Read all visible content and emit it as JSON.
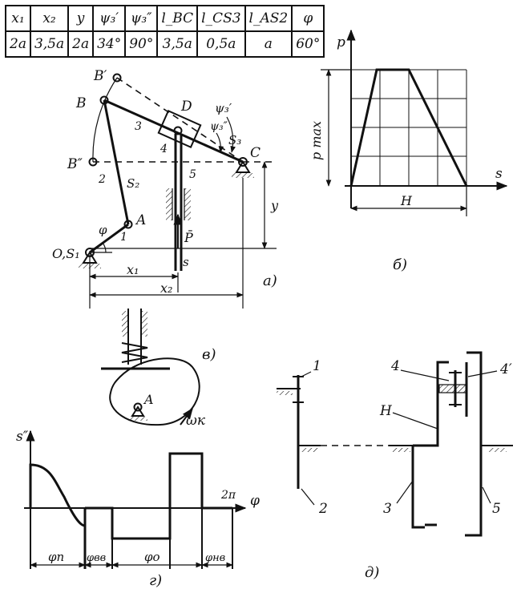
{
  "table": {
    "headers": [
      "x₁",
      "x₂",
      "y",
      "ψ₃′",
      "ψ₃″",
      "l_BC",
      "l_CS3",
      "l_AS2",
      "φ"
    ],
    "values": [
      "2a",
      "3,5a",
      "2a",
      "34°",
      "90°",
      "3,5a",
      "0,5a",
      "a",
      "60°"
    ]
  },
  "mechanism": {
    "labels": {
      "B1": "B′",
      "B": "B",
      "B2": "B″",
      "D": "D",
      "C": "C",
      "A": "A",
      "O": "O,S₁",
      "S2": "S₂",
      "S3": "S₃",
      "psi1": "ψ₃′",
      "psi2": "ψ₃″",
      "phi": "φ",
      "n1": "1",
      "n2": "2",
      "n3": "3",
      "n4": "4",
      "n5": "5",
      "force": "P̄",
      "s": "s",
      "y": "y",
      "x1": "x₁",
      "x2": "x₂",
      "caption": "а)"
    }
  },
  "force_graph": {
    "labels": {
      "p": "p",
      "pmax": "p max",
      "s": "s",
      "H": "H",
      "caption": "б)"
    }
  },
  "cam": {
    "labels": {
      "A": "A",
      "omega": "ωк",
      "caption": "в)"
    }
  },
  "accel_graph": {
    "labels": {
      "s2": "s″",
      "phi": "φ",
      "twopi": "2π",
      "phi_p": "φп",
      "phi_vv": "φвв",
      "phi_o": "φо",
      "phi_nv": "φнв",
      "caption": "г)"
    }
  },
  "gears": {
    "labels": {
      "g1": "1",
      "g2": "2",
      "g3": "3",
      "g4": "4",
      "g4p": "4′",
      "H": "H",
      "g5": "5",
      "caption": "д)"
    }
  }
}
